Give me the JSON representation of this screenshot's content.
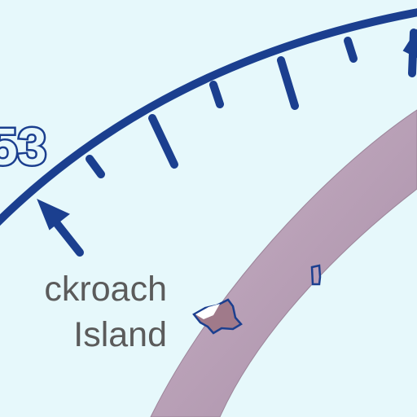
{
  "map": {
    "background_color": "#e6f8fb",
    "arc_color": "#1b3f8f",
    "land_band_color": "#b89fb7",
    "island_color": "#a07a8a",
    "label_color": "#5b5b5b",
    "scale_number": "53",
    "place_label_line1": "ckroach",
    "place_label_line2": "Island"
  }
}
